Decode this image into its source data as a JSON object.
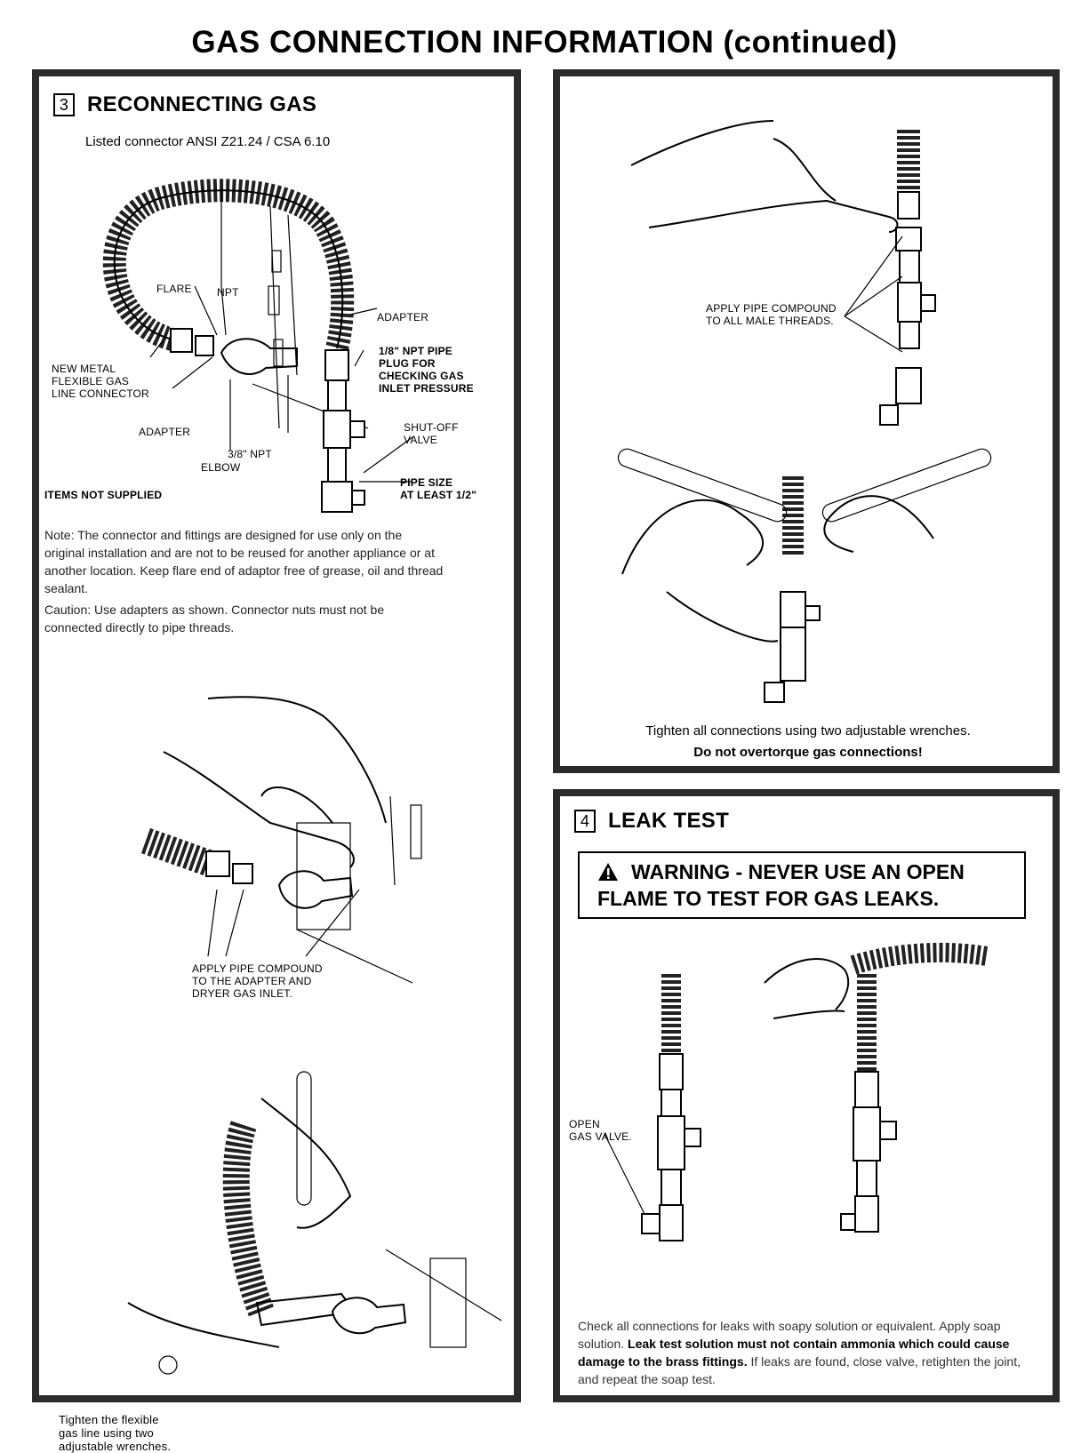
{
  "page": {
    "title": "GAS CONNECTION INFORMATION (continued)"
  },
  "section3": {
    "number": "3",
    "heading": "RECONNECTING GAS",
    "subtitle": "Listed connector ANSI Z21.24 / CSA 6.10",
    "diagram_labels": {
      "flare": "FLARE",
      "npt": "NPT",
      "adapter_right": "ADAPTER",
      "pipe_plug": "1/8\" NPT PIPE\nPLUG FOR\nCHECKING GAS\nINLET PRESSURE",
      "new_connector": "NEW METAL\nFLEXIBLE GAS\nLINE CONNECTOR",
      "adapter_left": "ADAPTER",
      "shutoff": "SHUT-OFF\nVALVE",
      "npt_38": "3/8\" NPT",
      "elbow": "ELBOW",
      "pipe_size": "PIPE SIZE\nAT LEAST 1/2\"",
      "items_not_supplied": "ITEMS NOT SUPPLIED"
    },
    "note": "Note: The connector and fittings are designed for use only on the original installation and are not to be reused for another appliance or at another location. Keep flare end of adaptor free of grease, oil and thread sealant.",
    "caution": "Caution: Use adapters as shown. Connector nuts must not be connected directly to pipe threads.",
    "compound_label": "APPLY PIPE COMPOUND\nTO THE ADAPTER AND\nDRYER GAS INLET.",
    "tighten_label": "Tighten the flexible\ngas line using two\nadjustable wrenches."
  },
  "right_top": {
    "compound_label": "APPLY PIPE COMPOUND\nTO ALL MALE THREADS.",
    "tighten_text": "Tighten all connections using two adjustable wrenches.",
    "overtorque": "Do not overtorque gas connections!"
  },
  "section4": {
    "number": "4",
    "heading": "LEAK TEST",
    "warning_line1": "WARNING - NEVER USE AN OPEN",
    "warning_line2": "FLAME TO TEST FOR GAS LEAKS.",
    "open_valve_label": "OPEN\n  GAS VALVE.",
    "text_1": "Check all connections for leaks with soapy solution or equivalent. Apply soap solution. ",
    "text_bold": "Leak test solution must not contain ammonia which could cause damage to the brass fittings.",
    "text_2": " If leaks are found, close valve, retighten the joint, and repeat the soap test."
  }
}
